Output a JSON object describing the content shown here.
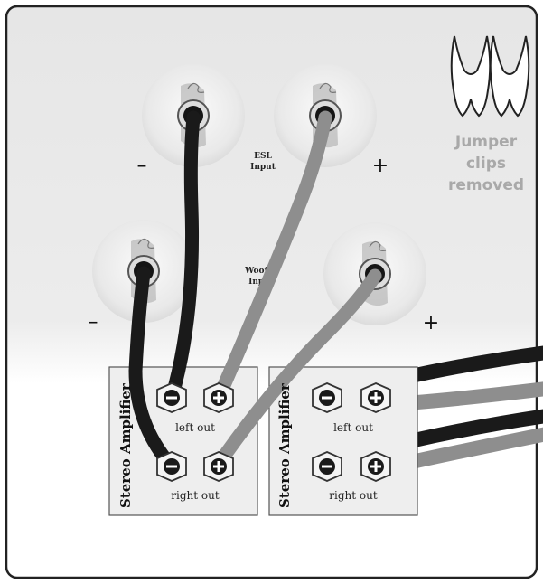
{
  "labels": {
    "esl_input_line1": "ESL",
    "esl_input_line2": "Input",
    "woofer_input_line1": "Woofer",
    "woofer_input_line2": "Input",
    "minus": "–",
    "plus": "+"
  },
  "jumper_note": {
    "line1": "Jumper",
    "line2": "clips",
    "line3": "removed"
  },
  "amplifiers": [
    {
      "name": "Stereo Amplifier",
      "left_out": "left out",
      "right_out": "right out"
    },
    {
      "name": "Stereo Amplifier",
      "left_out": "left out",
      "right_out": "right out"
    }
  ],
  "colors": {
    "panel_gray": "#e9e9e9",
    "wire_black": "#1a1a1a",
    "wire_gray": "#8e8e8e",
    "amp_box": "#eeeeee",
    "jumper_text": "#a9a9a9"
  }
}
